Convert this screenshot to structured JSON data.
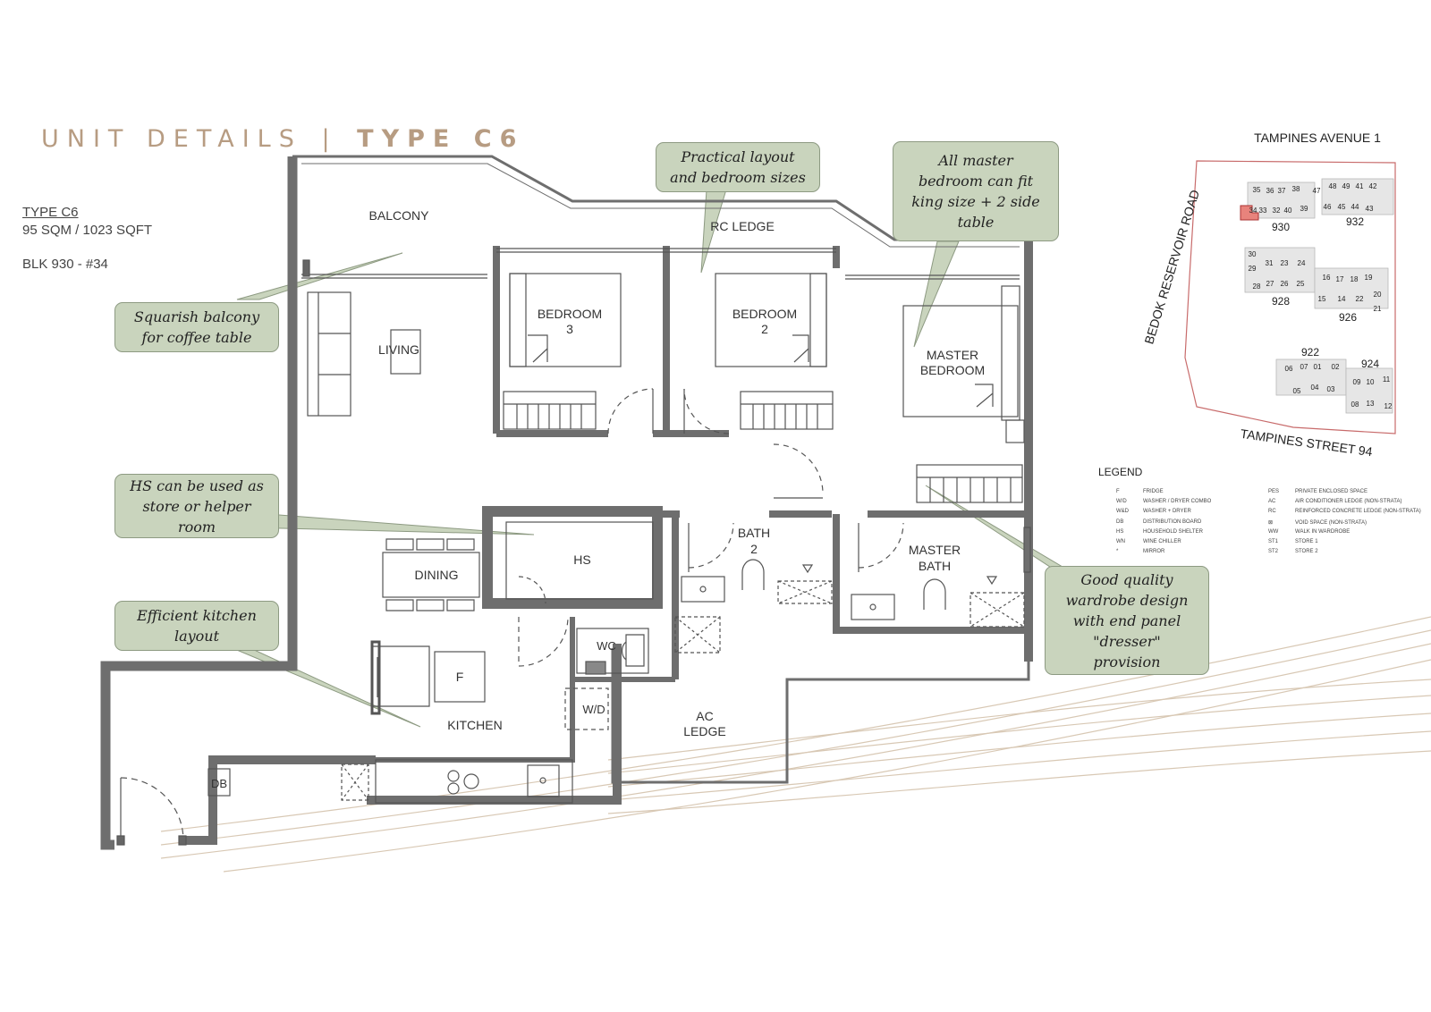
{
  "header": {
    "title_part1": "UNIT DETAILS",
    "separator": "|",
    "title_part2": "TYPE C6"
  },
  "unit_info": {
    "type": "TYPE C6",
    "area": "95 SQM / 1023 SQFT",
    "block": "BLK 930 - #34"
  },
  "callouts": {
    "balcony": "Squarish balcony\nfor coffee table",
    "bedrooms": "Practical layout\nand bedroom sizes",
    "master": "All master\nbedroom can fit\nking size + 2 side\ntable",
    "hs": "HS can be used as\nstore or helper\nroom",
    "kitchen": "Efficient kitchen\nlayout",
    "wardrobe": "Good quality\nwardrobe design\nwith end panel\n\"dresser\"\nprovision"
  },
  "rooms": {
    "balcony": "BALCONY",
    "rc_ledge": "RC LEDGE",
    "living": "LIVING",
    "bedroom3_a": "BEDROOM",
    "bedroom3_b": "3",
    "bedroom2_a": "BEDROOM",
    "bedroom2_b": "2",
    "master_a": "MASTER",
    "master_b": "BEDROOM",
    "hs": "HS",
    "bath2_a": "BATH",
    "bath2_b": "2",
    "mbath_a": "MASTER",
    "mbath_b": "BATH",
    "dining": "DINING",
    "wc": "WC",
    "fridge": "F",
    "wd": "W/D",
    "kitchen": "KITCHEN",
    "ac_ledge_a": "AC",
    "ac_ledge_b": "LEDGE",
    "db": "DB"
  },
  "site_plan": {
    "streets": {
      "north": "TAMPINES AVENUE 1",
      "west": "BEDOK RESERVOIR ROAD",
      "south": "TAMPINES STREET 94"
    },
    "blocks": [
      "930",
      "932",
      "928",
      "926",
      "922",
      "924"
    ],
    "units": [
      "35",
      "36",
      "37",
      "38",
      "47",
      "48",
      "49",
      "41",
      "42",
      "34",
      "33",
      "32",
      "40",
      "39",
      "46",
      "45",
      "44",
      "43",
      "30",
      "31",
      "23",
      "24",
      "29",
      "27",
      "26",
      "25",
      "28",
      "16",
      "17",
      "18",
      "19",
      "20",
      "15",
      "14",
      "22",
      "21",
      "06",
      "07",
      "01",
      "02",
      "05",
      "04",
      "03",
      "09",
      "10",
      "11",
      "08",
      "13",
      "12"
    ],
    "highlight_color": "#e8837c"
  },
  "legend": {
    "title": "LEGEND",
    "left": [
      {
        "code": "F",
        "label": "FRIDGE"
      },
      {
        "code": "W/D",
        "label": "WASHER / DRYER COMBO"
      },
      {
        "code": "W&D",
        "label": "WASHER + DRYER"
      },
      {
        "code": "DB",
        "label": "DISTRIBUTION BOARD"
      },
      {
        "code": "HS",
        "label": "HOUSEHOLD SHELTER"
      },
      {
        "code": "WN",
        "label": "WINE CHILLER"
      },
      {
        "code": "*",
        "label": "MIRROR"
      }
    ],
    "right": [
      {
        "code": "PES",
        "label": "PRIVATE ENCLOSED SPACE"
      },
      {
        "code": "AC",
        "label": "AIR CONDITIONER LEDGE (NON-STRATA)"
      },
      {
        "code": "RC",
        "label": "REINFORCED CONCRETE LEDGE (NON-STRATA)"
      },
      {
        "code": "",
        "label": "VOID SPACE (NON-STRATA)"
      },
      {
        "code": "WW",
        "label": "WALK IN WARDROBE"
      },
      {
        "code": "ST1",
        "label": "STORE 1"
      },
      {
        "code": "ST2",
        "label": "STORE 2"
      }
    ]
  },
  "colors": {
    "accent": "#b79c82",
    "callout_fill": "#c9d4bd",
    "wall": "#6e6e6e",
    "wave": "#d8c8b4"
  }
}
